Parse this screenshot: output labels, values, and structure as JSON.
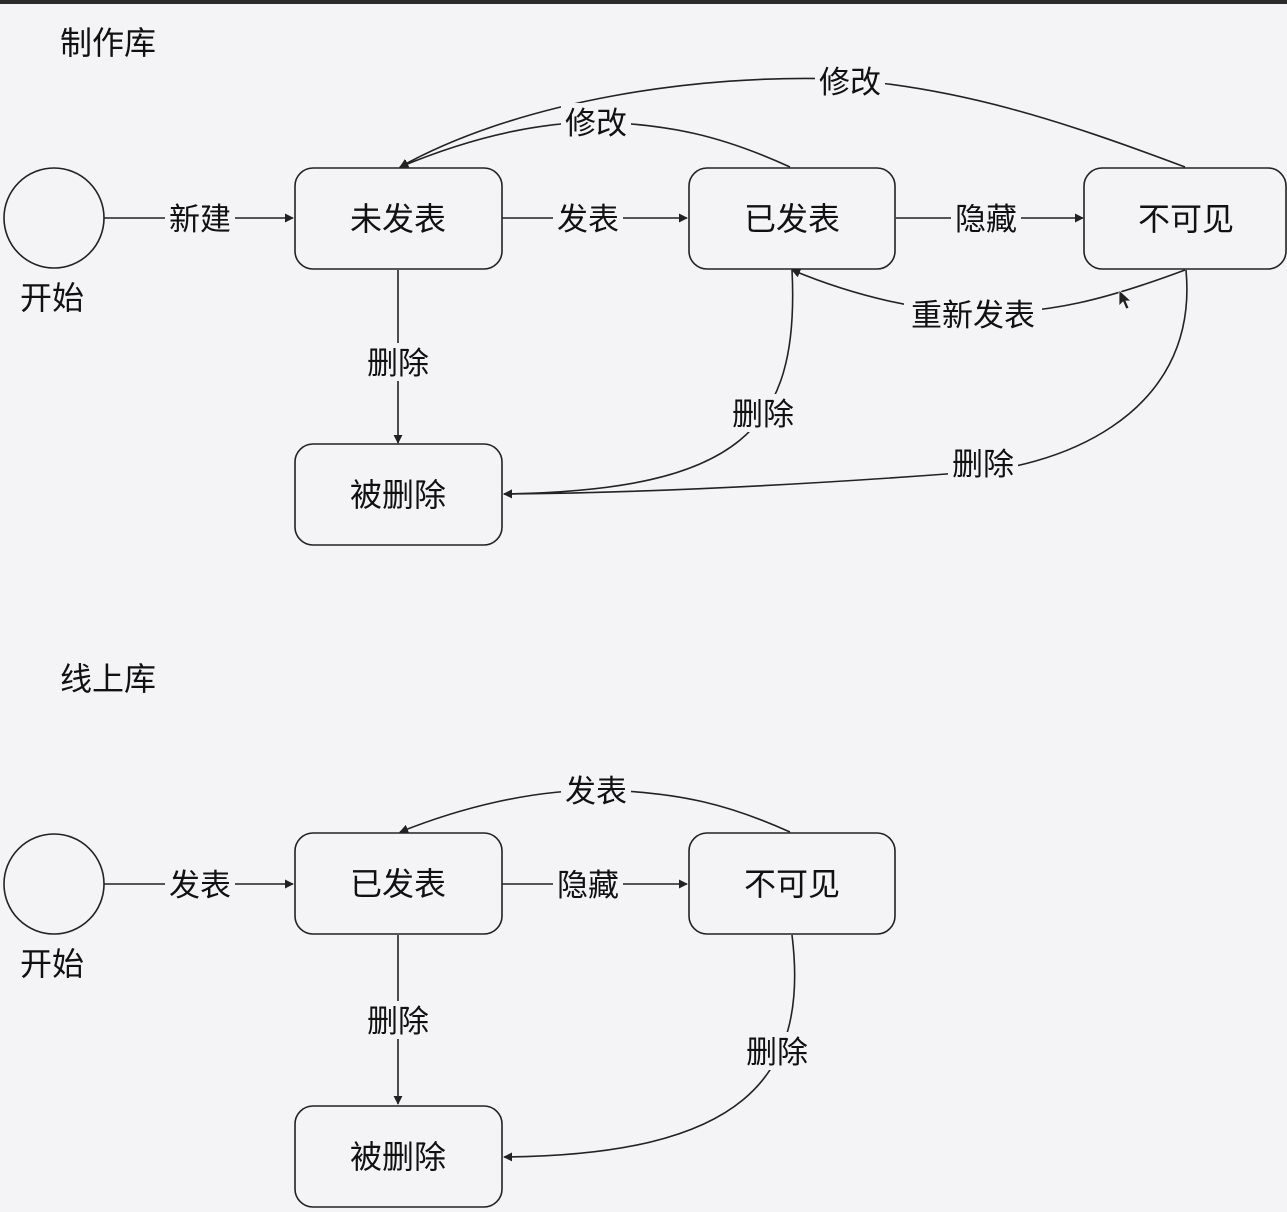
{
  "sections": {
    "production": {
      "title": "制作库",
      "start_label": "开始",
      "states": {
        "unpublished": "未发表",
        "published": "已发表",
        "invisible": "不可见",
        "deleted": "被删除"
      },
      "edges": {
        "create": "新建",
        "publish": "发表",
        "hide": "隐藏",
        "modify_from_published": "修改",
        "modify_from_invisible": "修改",
        "republish": "重新发表",
        "delete_from_unpublished": "删除",
        "delete_from_published": "删除",
        "delete_from_invisible": "删除"
      }
    },
    "online": {
      "title": "线上库",
      "start_label": "开始",
      "states": {
        "published": "已发表",
        "invisible": "不可见",
        "deleted": "被删除"
      },
      "edges": {
        "publish_from_start": "发表",
        "hide": "隐藏",
        "republish": "发表",
        "delete_from_published": "删除",
        "delete_from_invisible": "删除"
      }
    }
  },
  "colors": {
    "background": "#f4f4f6",
    "stroke": "#222222",
    "text": "#111111"
  }
}
